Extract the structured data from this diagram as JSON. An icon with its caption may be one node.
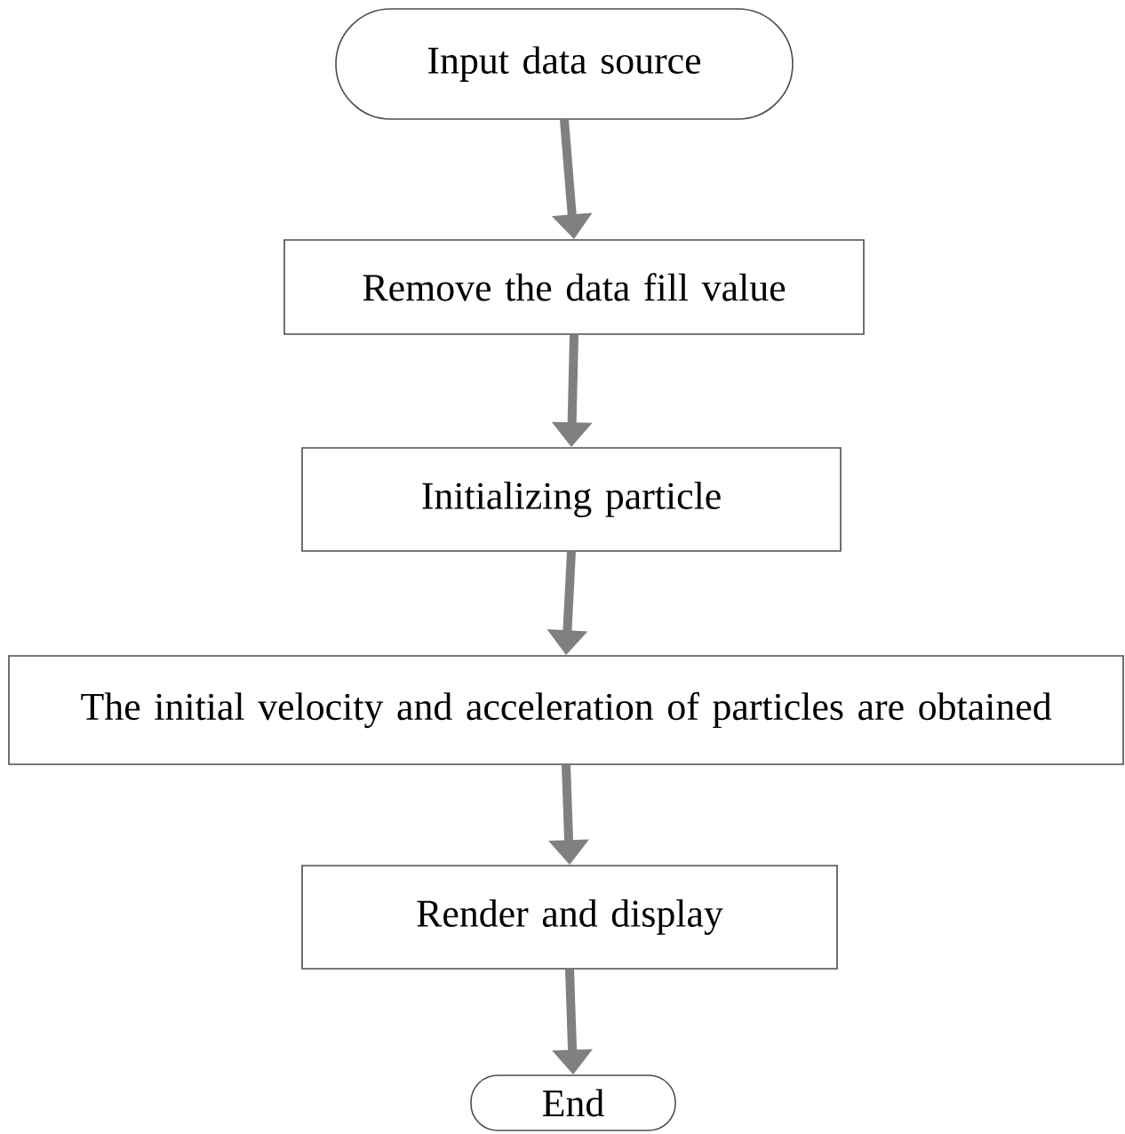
{
  "diagram": {
    "nodes": [
      {
        "text": [
          "Input data source"
        ]
      },
      {
        "text": [
          "Remove the data fill value"
        ]
      },
      {
        "text": [
          "Initializing particle"
        ]
      },
      {
        "text": [
          "The initial velocity and acceleration of particles are obtained"
        ]
      },
      {
        "text": [
          "Render and display"
        ]
      },
      {
        "text": [
          "End"
        ]
      }
    ],
    "edges": [
      {
        "from": 0,
        "to": 1,
        "arrow": "to"
      },
      {
        "from": 1,
        "to": 2,
        "arrow": "to"
      },
      {
        "from": 2,
        "to": 3,
        "arrow": "to"
      },
      {
        "from": 3,
        "to": 4,
        "arrow": "to"
      },
      {
        "from": 4,
        "to": 5,
        "arrow": "to"
      }
    ]
  }
}
